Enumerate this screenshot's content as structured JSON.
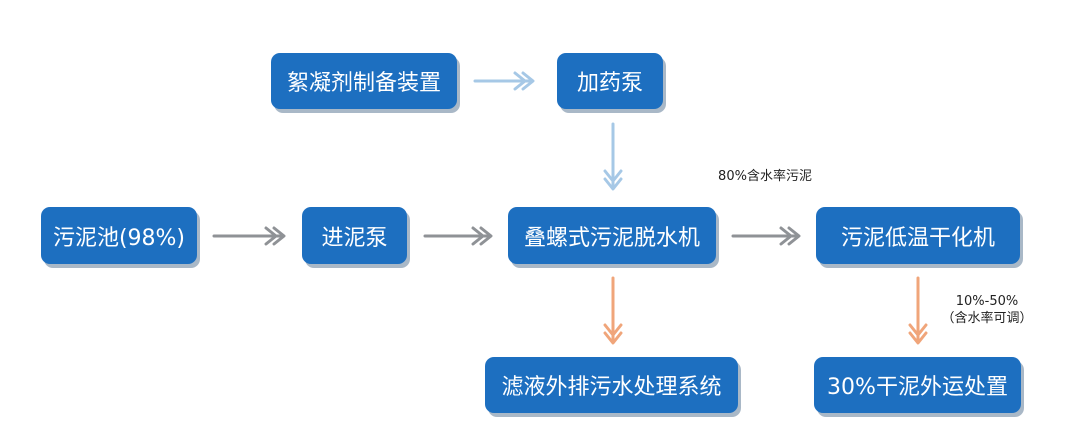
{
  "nodes": {
    "flocculant_prep": "絮凝剂制备装置",
    "dosing_pump": "加药泵",
    "sludge_tank": "污泥池(98%)",
    "feed_pump": "进泥泵",
    "screw_dewatering": "叠螺式污泥脱水机",
    "low_temp_dryer": "污泥低温干化机",
    "filtrate_system": "滤液外排污水处理系统",
    "dry_sludge_out": "30%干泥外运处置"
  },
  "annotations": {
    "moisture_80": "80%含水率污泥",
    "moisture_range": "10%-50%",
    "moisture_adjustable": "（含水率可调）"
  },
  "colors": {
    "node_fill": "#1d6fc0",
    "node_shadow": "#a9b8c7",
    "arrow_gray": "#8f9296",
    "arrow_blue": "#a6c8e6",
    "arrow_orange": "#f0a57a"
  }
}
